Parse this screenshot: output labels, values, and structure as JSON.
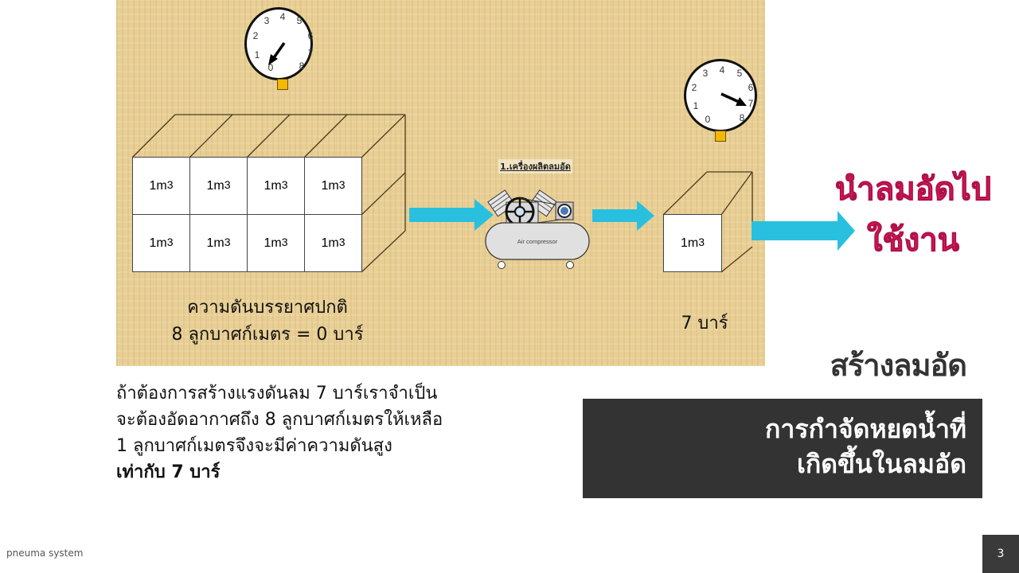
{
  "slide": {
    "page_number": "3",
    "footer_brand": "pneuma system"
  },
  "diagram": {
    "gauge_left": {
      "ticks": [
        "0",
        "1",
        "2",
        "3",
        "4",
        "5",
        "6",
        "7",
        "8"
      ],
      "reading": 0
    },
    "gauge_right": {
      "ticks": [
        "0",
        "1",
        "2",
        "3",
        "4",
        "5",
        "6",
        "7",
        "8"
      ],
      "reading": 7
    },
    "cell_label": "1m",
    "cell_exponent": "3",
    "left_block_cells": 8,
    "left_caption_line1": "ความดันบรรยาศปกติ",
    "left_caption_line2": "8 ลูกบาศก์เมตร = 0 บาร์",
    "compressor_title": "1.เครื่องผลิตลมอัด",
    "compressor_label": "Air compressor",
    "right_caption": "7 บาร์",
    "output_text_line1": "นำลมอัดไป",
    "output_text_line2": "ใช้งาน",
    "arrow_color": "#29c0e0",
    "output_text_color": "#e91e63"
  },
  "explanation": {
    "line1": "ถ้าต้องการสร้างแรงดันลม 7 บาร์เราจำเป็น",
    "line2": "จะต้องอัดอากาศถึง 8 ลูกบาศก์เมตรให้เหลือ",
    "line3": "1 ลูกบาศก์เมตรจึงจะมีค่าความดันสูง",
    "line4_bold": "เท่ากับ 7 บาร์"
  },
  "heading": {
    "subtitle": "สร้างลมอัด",
    "title_line1": "การกำจัดหยดน้ำที่",
    "title_line2": "เกิดขึ้นในลมอัด"
  }
}
